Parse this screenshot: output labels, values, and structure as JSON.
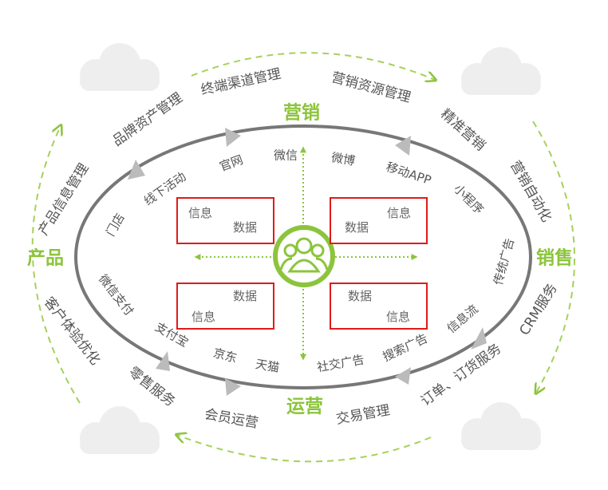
{
  "colors": {
    "accent": "#8cc43c",
    "ring": "#777777",
    "box_border": "#e01a1a",
    "cloud": "#eeeeee",
    "text": "#555555"
  },
  "categories": {
    "top": "营销",
    "right": "销售",
    "bottom": "运营",
    "left": "产品"
  },
  "outer": [
    "产品信息管理",
    "品牌资产管理",
    "终端渠道管理",
    "营销资源管理",
    "精准营销",
    "营销自动化",
    "CRM服务",
    "订单、订货服务",
    "交易管理",
    "会员运营",
    "零售服务",
    "客户体验优化"
  ],
  "inner": [
    "门店",
    "线下活动",
    "官网",
    "微信",
    "微博",
    "移动APP",
    "小程序",
    "传统广告",
    "信息流",
    "搜索广告",
    "社交广告",
    "天猫",
    "京东",
    "支付宝",
    "微信支付"
  ],
  "boxes": [
    {
      "a": "信息",
      "b": "数据"
    },
    {
      "a": "信息",
      "b": "数据"
    },
    {
      "a": "数据",
      "b": "信息"
    },
    {
      "a": "数据",
      "b": "信息"
    }
  ],
  "center_icon": "users-group-icon"
}
